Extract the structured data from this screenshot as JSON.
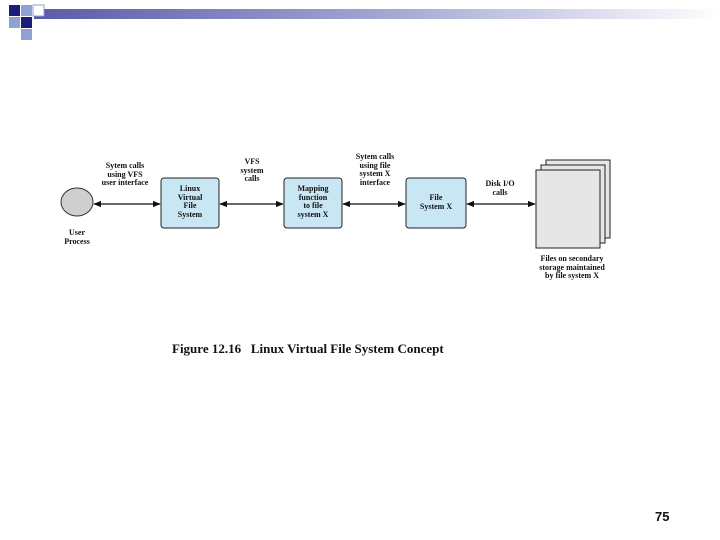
{
  "slide": {
    "page_number": "75",
    "accent_colors": {
      "dark_blue": "#1c1c7a",
      "light_blue": "#8fa0d2",
      "box_fill": "#c9e6f4",
      "file_fill": "#e6e6e6"
    }
  },
  "figure": {
    "caption": "Figure 12.16   Linux Virtual File System Concept",
    "nodes": {
      "user_process": "User\nProcess",
      "linux_vfs": "Linux\nVirtual\nFile\nSystem",
      "mapping_function": "Mapping\nfunction\nto file\nsystem X",
      "file_system_x": "File\nSystem X",
      "files_label": "Files on secondary\nstorage maintained\nby file system X"
    },
    "edges": {
      "vfs_user_interface": "Sytem calls\nusing VFS\nuser interface",
      "vfs_system_calls": "VFS\nsystem\ncalls",
      "fsx_interface": "Sytem calls\nusing file\nsystem X\ninterface",
      "disk_io": "Disk I/O\ncalls"
    }
  }
}
